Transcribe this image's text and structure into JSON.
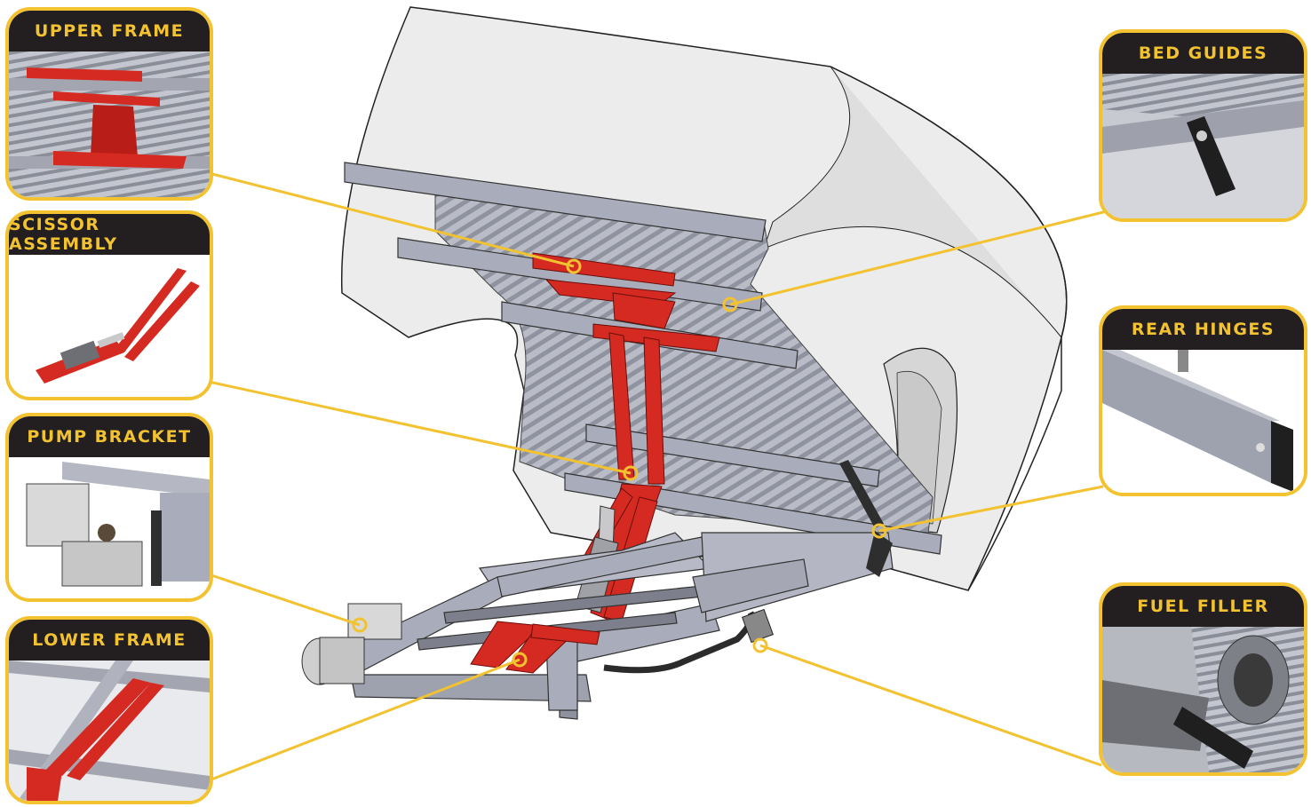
{
  "colors": {
    "accent": "#f2c230",
    "header_bg": "#231f20",
    "frame_red": "#d42a22",
    "steel": "#a9adbb",
    "body_gray": "#ececec"
  },
  "callouts": [
    {
      "id": "upper-frame",
      "label": "UPPER FRAME"
    },
    {
      "id": "scissor-assembly",
      "label": "SCISSOR ASSEMBLY"
    },
    {
      "id": "pump-bracket",
      "label": "PUMP BRACKET"
    },
    {
      "id": "lower-frame",
      "label": "LOWER FRAME"
    },
    {
      "id": "bed-guides",
      "label": "BED GUIDES"
    },
    {
      "id": "rear-hinges",
      "label": "REAR HINGES"
    },
    {
      "id": "fuel-filler",
      "label": "FUEL FILLER"
    }
  ]
}
